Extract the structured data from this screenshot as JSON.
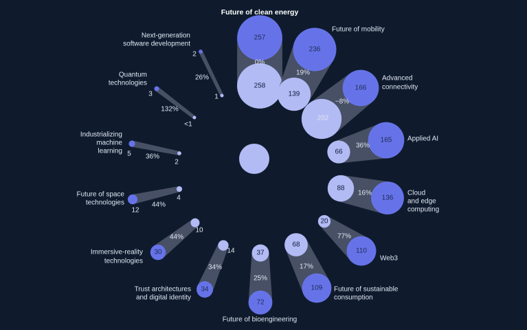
{
  "colors": {
    "background": "#0f1b2d",
    "earlier": "#b3bbf5",
    "later": "#6673e8",
    "band": "#5b6378",
    "text": "#dfe5f0"
  },
  "chart_data": {
    "type": "radial-bubble-pairs",
    "title": "Future of clean energy",
    "items": [
      {
        "name": "Future of clean energy",
        "earlier": 258,
        "later": 257,
        "change": "0%"
      },
      {
        "name": "Future of mobility",
        "earlier": 139,
        "later": 236,
        "change": "19%"
      },
      {
        "name": "Advanced connectivity",
        "earlier": 202,
        "later": 166,
        "change": "−8%"
      },
      {
        "name": "Applied AI",
        "earlier": 66,
        "later": 165,
        "change": "36%"
      },
      {
        "name": "Cloud and edge computing",
        "earlier": 88,
        "later": 136,
        "change": "16%"
      },
      {
        "name": "Web3",
        "earlier": 20,
        "later": 110,
        "change": "77%"
      },
      {
        "name": "Future of sustainable consumption",
        "earlier": 68,
        "later": 109,
        "change": "17%"
      },
      {
        "name": "Future of bioengineering",
        "earlier": 37,
        "later": 72,
        "change": "25%"
      },
      {
        "name": "Trust architectures and digital identity",
        "earlier": 14,
        "later": 34,
        "change": "34%"
      },
      {
        "name": "Immersive-reality technologies",
        "earlier": 10,
        "later": 30,
        "change": "44%"
      },
      {
        "name": "Future of space technologies",
        "earlier": 4,
        "later": 12,
        "change": "44%"
      },
      {
        "name": "Industrializing machine learning",
        "earlier": 2,
        "later": 5,
        "change": "36%"
      },
      {
        "name": "Quantum technologies",
        "earlier": "<1",
        "later": 3,
        "change": "132%"
      },
      {
        "name": "Next-generation software development",
        "earlier": 1,
        "later": 2,
        "change": "26%"
      }
    ]
  }
}
